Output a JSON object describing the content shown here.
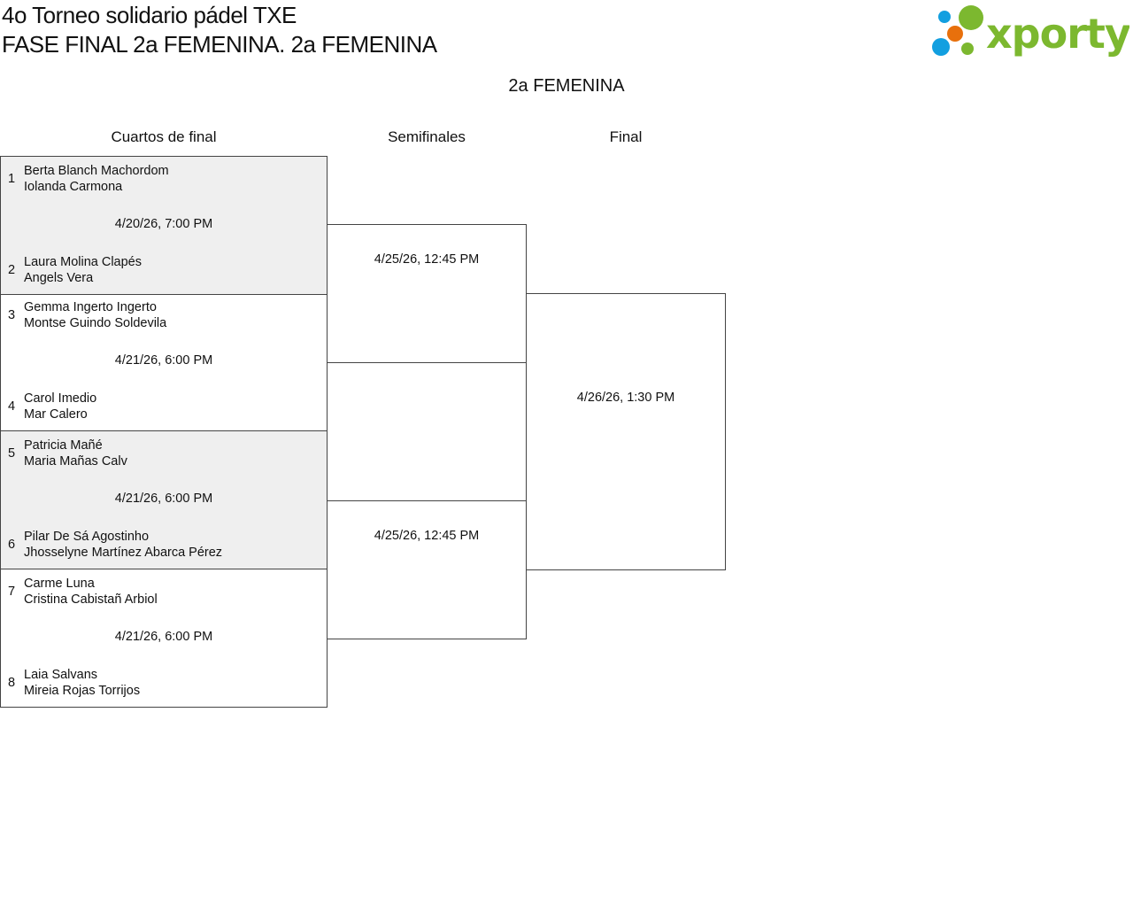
{
  "header": {
    "title_line1": "4o Torneo solidario pádel TXE",
    "title_line2": "FASE FINAL 2a FEMENINA. 2a FEMENINA",
    "logo_text": "xporty"
  },
  "category": "2a FEMENINA",
  "rounds": [
    "Cuartos de final",
    "Semifinales",
    "Final"
  ],
  "quarterfinals": [
    {
      "date": "4/20/26, 7:00 PM",
      "t1": {
        "seed": "1",
        "p1": "Berta Blanch Machordom",
        "p2": "Iolanda Carmona"
      },
      "t2": {
        "seed": "2",
        "p1": "Laura Molina Clapés",
        "p2": "Angels Vera"
      }
    },
    {
      "date": "4/21/26, 6:00 PM",
      "t1": {
        "seed": "3",
        "p1": "Gemma Ingerto Ingerto",
        "p2": "Montse Guindo Soldevila"
      },
      "t2": {
        "seed": "4",
        "p1": "Carol Imedio",
        "p2": "Mar Calero"
      }
    },
    {
      "date": "4/21/26, 6:00 PM",
      "t1": {
        "seed": "5",
        "p1": "Patricia Mañé",
        "p2": "Maria Mañas Calv"
      },
      "t2": {
        "seed": "6",
        "p1": "Pilar De Sá Agostinho",
        "p2": "Jhosselyne Martínez Abarca Pérez"
      }
    },
    {
      "date": "4/21/26, 6:00 PM",
      "t1": {
        "seed": "7",
        "p1": "Carme Luna",
        "p2": "Cristina Cabistañ Arbiol"
      },
      "t2": {
        "seed": "8",
        "p1": "Laia Salvans",
        "p2": "Mireia Rojas Torrijos"
      }
    }
  ],
  "semifinals": [
    {
      "date": "4/25/26, 12:45 PM"
    },
    {
      "date": "4/25/26, 12:45 PM"
    }
  ],
  "final": {
    "date": "4/26/26, 1:30 PM"
  }
}
